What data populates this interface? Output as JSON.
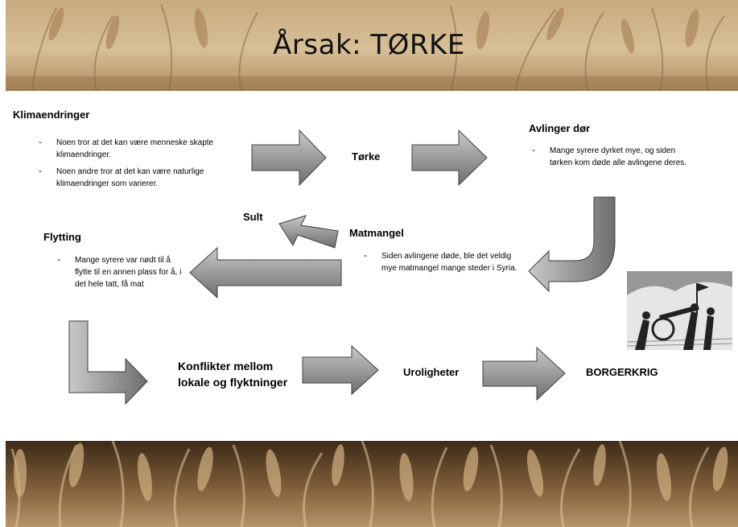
{
  "slide": {
    "title": "Årsak: TØRKE",
    "nodes": {
      "klimaendringer": {
        "label": "Klimaendringer",
        "bullets": [
          "Noen tror at det kan være menneske skapte klimaendringer.",
          "Noen andre tror at det kan være naturlige klimaendringer som varierer."
        ]
      },
      "torke": {
        "label": "Tørke"
      },
      "avlinger": {
        "label": "Avlinger dør",
        "bullets": [
          "Mange syrere dyrket mye, og siden tørken kom døde alle avlingene deres."
        ]
      },
      "matmangel": {
        "label": "Matmangel",
        "bullets": [
          "Siden avlingene døde, ble det veldig mye matmangel mange steder i Syria."
        ]
      },
      "sult": {
        "label": "Sult"
      },
      "flytting": {
        "label": "Flytting",
        "bullets": [
          "Mange syrere var nødt til å flytte til en annen plass for å, i det hele tatt, få mat"
        ]
      },
      "konflikter": {
        "label_line1": "Konflikter mellom",
        "label_line2": "lokale og flyktninger"
      },
      "uroligheter": {
        "label": "Uroligheter"
      },
      "borgerkrig": {
        "label": "BORGERKRIG"
      }
    },
    "bullet_marker": "-",
    "colors": {
      "arrow_light": "#c9c9c9",
      "arrow_dark": "#6e6e6e",
      "arrow_stroke": "#3f3f3f",
      "wheat_light": "#d9c19a",
      "wheat_dark": "#6b4e2e"
    }
  }
}
